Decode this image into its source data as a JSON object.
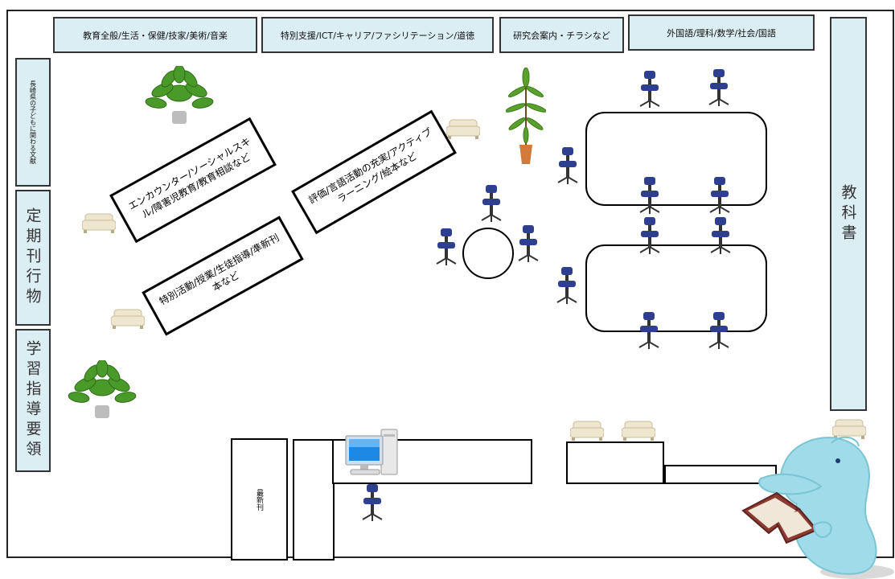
{
  "shelves_top": [
    "教育全般/生活・保健/技家/美術/音楽",
    "特別支援/ICT/キャリア/ファシリテーション/道徳",
    "研究会案内・チラシなど",
    "外国語/理科/数学/社会/国語"
  ],
  "shelves_left": {
    "small": "長崎県の子どもに関わる文献",
    "periodicals": "定期刊行物",
    "guidelines": "学習指導要領"
  },
  "shelf_right": "教科書",
  "latest": "最新刊",
  "display_boxes": {
    "encounter": "エンカウンター/ソーシャルスキル/障害児教育/教育相談など",
    "special": "特別活動/授業/生徒指導/準新刊本など",
    "evaluation": "評価/言語活動の充実/アクティブラーニング/絵本など"
  },
  "icons": {
    "chair": "office-chair-icon",
    "sofa": "sofa-icon",
    "plant": "potted-plant-icon",
    "tree": "potted-tree-icon",
    "computer": "desktop-computer-icon",
    "mascot": "dolphin-reading-book-icon"
  },
  "colors": {
    "shelf_fill": "#dbeef4",
    "chair_blue": "#2f3f8f",
    "sofa": "#efe6cf",
    "plant_green": "#4a9a2a",
    "dolphin": "#9fdbe8",
    "book": "#8c3a32"
  }
}
